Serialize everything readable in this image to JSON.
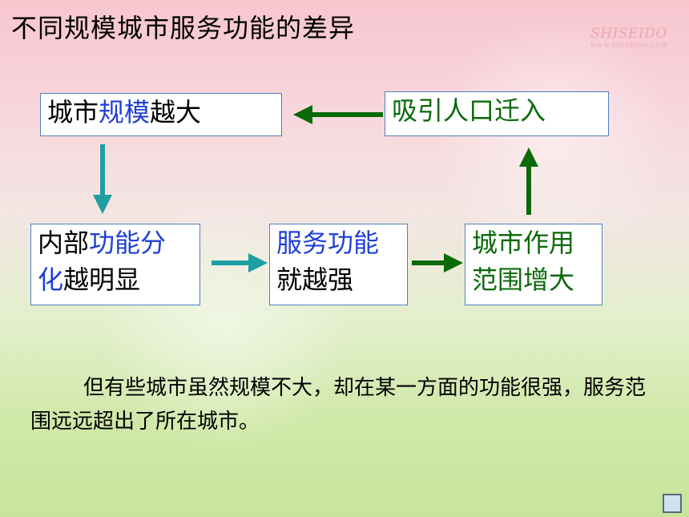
{
  "title": "不同规模城市服务功能的差异",
  "logo": {
    "brand": "SHISEIDO",
    "url": "WWW.SHISEIDO.COM"
  },
  "boxes": {
    "scale": {
      "segments": [
        "城市",
        "规模",
        "越大"
      ]
    },
    "attract": {
      "text": "吸引人口迁入"
    },
    "internal": {
      "line1": [
        "内部",
        "功能分"
      ],
      "line2": [
        "化",
        "越明显"
      ]
    },
    "service": {
      "line1": "服务功能",
      "line2": "就越强"
    },
    "range": {
      "line1": "城市作用",
      "line2": "范围增大"
    }
  },
  "paragraph": "但有些城市虽然规模不大，却在某一方面的功能很强，服务范围远远超出了所在城市。",
  "colors": {
    "box_border": "#4f81bd",
    "teal_arrow": "#1f9fa3",
    "green_arrow": "#0a6a0a",
    "blue_text": "#1f3fd6",
    "green_text": "#0a6a0a"
  },
  "icons": {
    "nav": "slide-nav-button"
  }
}
